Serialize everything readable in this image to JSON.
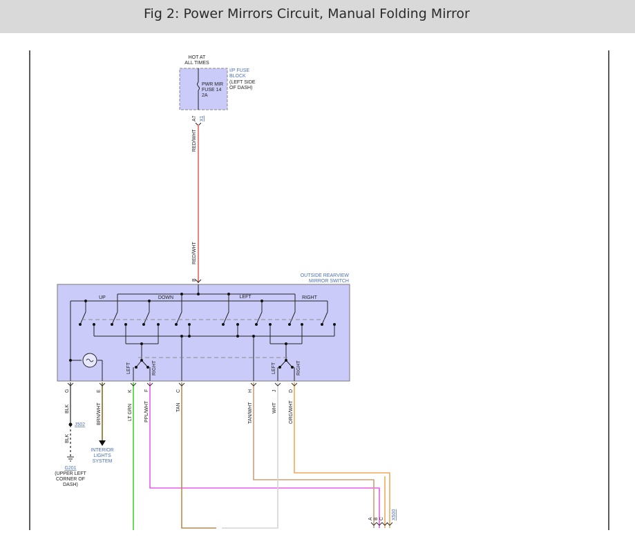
{
  "header": {
    "title": "Fig 2: Power Mirrors Circuit, Manual Folding Mirror"
  },
  "fuse": {
    "hot_line1": "HOT AT",
    "hot_line2": "ALL TIMES",
    "name_line1": "PWR MIR",
    "name_line2": "FUSE 14",
    "name_line3": "2A",
    "block_line1": "I/P FUSE",
    "block_line2": "BLOCK",
    "block_line3": "(LEFT SIDE",
    "block_line4": "OF DASH)",
    "pin": "A7",
    "connector": "X1"
  },
  "wire_top_label": "RED/WHT",
  "switch": {
    "name_line1": "OUTSIDE REARVIEW",
    "name_line2": "MIRROR SWITCH",
    "input_pin": "B",
    "positions": [
      "UP",
      "DOWN",
      "LEFT",
      "RIGHT"
    ],
    "side_labels": [
      "LEFT",
      "RIGHT",
      "LEFT",
      "RIGHT"
    ]
  },
  "pins": [
    {
      "pin": "G",
      "wire": "BLK"
    },
    {
      "pin": "E",
      "wire": "BRN/WHT"
    },
    {
      "pin": "K",
      "wire": "LT GRN"
    },
    {
      "pin": "F",
      "wire": "PPL/WHT"
    },
    {
      "pin": "C",
      "wire": "TAN"
    },
    {
      "pin": "H",
      "wire": "TAN/WHT"
    },
    {
      "pin": "J",
      "wire": "WHT"
    },
    {
      "pin": "D",
      "wire": "ORG/WHT"
    }
  ],
  "splice": "J502",
  "ground": {
    "wire": "BLK",
    "name": "G201",
    "line1": "(UPPER LEFT",
    "line2": "CORNER OF",
    "line3": "DASH)"
  },
  "interior": {
    "line1": "INTERIOR",
    "line2": "LIGHTS",
    "line3": "SYSTEM"
  },
  "bottom_connector": {
    "pins": [
      "A",
      "B",
      "C"
    ],
    "name": "X500"
  },
  "colors": {
    "red_wht": "#e8837f",
    "lt_grn": "#66dd55",
    "ppl_wht": "#e95ce9",
    "tan": "#b58a55",
    "tan_wht": "#c9a07a",
    "wht": "#d4d4d4",
    "org_wht": "#eea85a",
    "brn_wht": "#8a6a1a",
    "module_fill": "#cbcbf9",
    "label_blue": "#4a6fb5",
    "header_bg": "#d9d9d9"
  }
}
